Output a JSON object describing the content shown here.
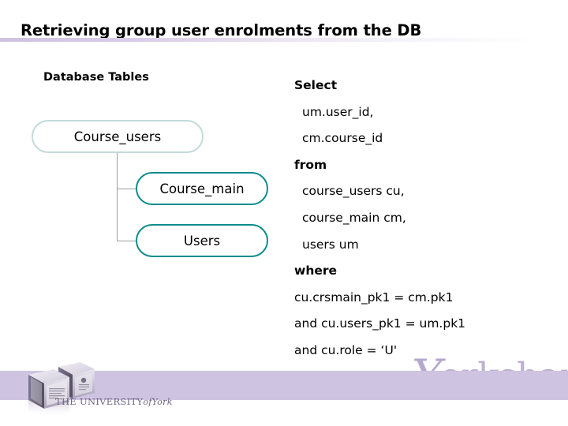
{
  "slide": {
    "title": "Retrieving group user enrolments from the DB"
  },
  "left_column": {
    "heading": "Database Tables",
    "tree": {
      "root": {
        "label": "Course_users",
        "border_color": "#c3dadb"
      },
      "children": [
        {
          "label": "Course_main",
          "border_color": "#0d8c8c"
        },
        {
          "label": "Users",
          "border_color": "#0d8c8c"
        }
      ],
      "connector_color": "#9c9c9c"
    }
  },
  "right_column": {
    "heading": "Select",
    "sql_lines": [
      {
        "text": "Select",
        "keyword": true,
        "indent": false
      },
      {
        "text": "um.user_id,",
        "keyword": false,
        "indent": true
      },
      {
        "text": "cm.course_id",
        "keyword": false,
        "indent": true
      },
      {
        "text": "from",
        "keyword": true,
        "indent": false
      },
      {
        "text": "course_users cu,",
        "keyword": false,
        "indent": true
      },
      {
        "text": "course_main cm,",
        "keyword": false,
        "indent": true
      },
      {
        "text": "users um",
        "keyword": false,
        "indent": true
      },
      {
        "text": "where",
        "keyword": true,
        "indent": false
      },
      {
        "text": "cu.crsmain_pk1 = cm.pk1",
        "keyword": false,
        "indent": false
      },
      {
        "text": "and cu.users_pk1 = um.pk1",
        "keyword": false,
        "indent": false
      },
      {
        "text": "and cu.role = ‘U'",
        "keyword": false,
        "indent": false
      }
    ]
  },
  "footer": {
    "watermark_initial": "Y",
    "watermark_rest": "orkshare",
    "university_the": "THE",
    "university_name": "UNIVERSITY",
    "university_of": "of",
    "university_place": "York",
    "band_color": "#cec3e0",
    "watermark_color": "#bdb0d4"
  }
}
